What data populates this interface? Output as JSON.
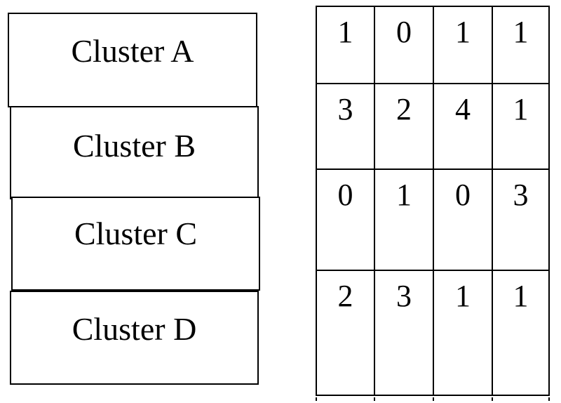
{
  "clusters": [
    {
      "label": "Cluster A"
    },
    {
      "label": "Cluster B"
    },
    {
      "label": "Cluster C"
    },
    {
      "label": "Cluster D"
    }
  ],
  "matrix": {
    "rows": [
      [
        "1",
        "0",
        "1",
        "1"
      ],
      [
        "3",
        "2",
        "4",
        "1"
      ],
      [
        "0",
        "1",
        "0",
        "3"
      ],
      [
        "2",
        "3",
        "1",
        "1"
      ]
    ]
  }
}
